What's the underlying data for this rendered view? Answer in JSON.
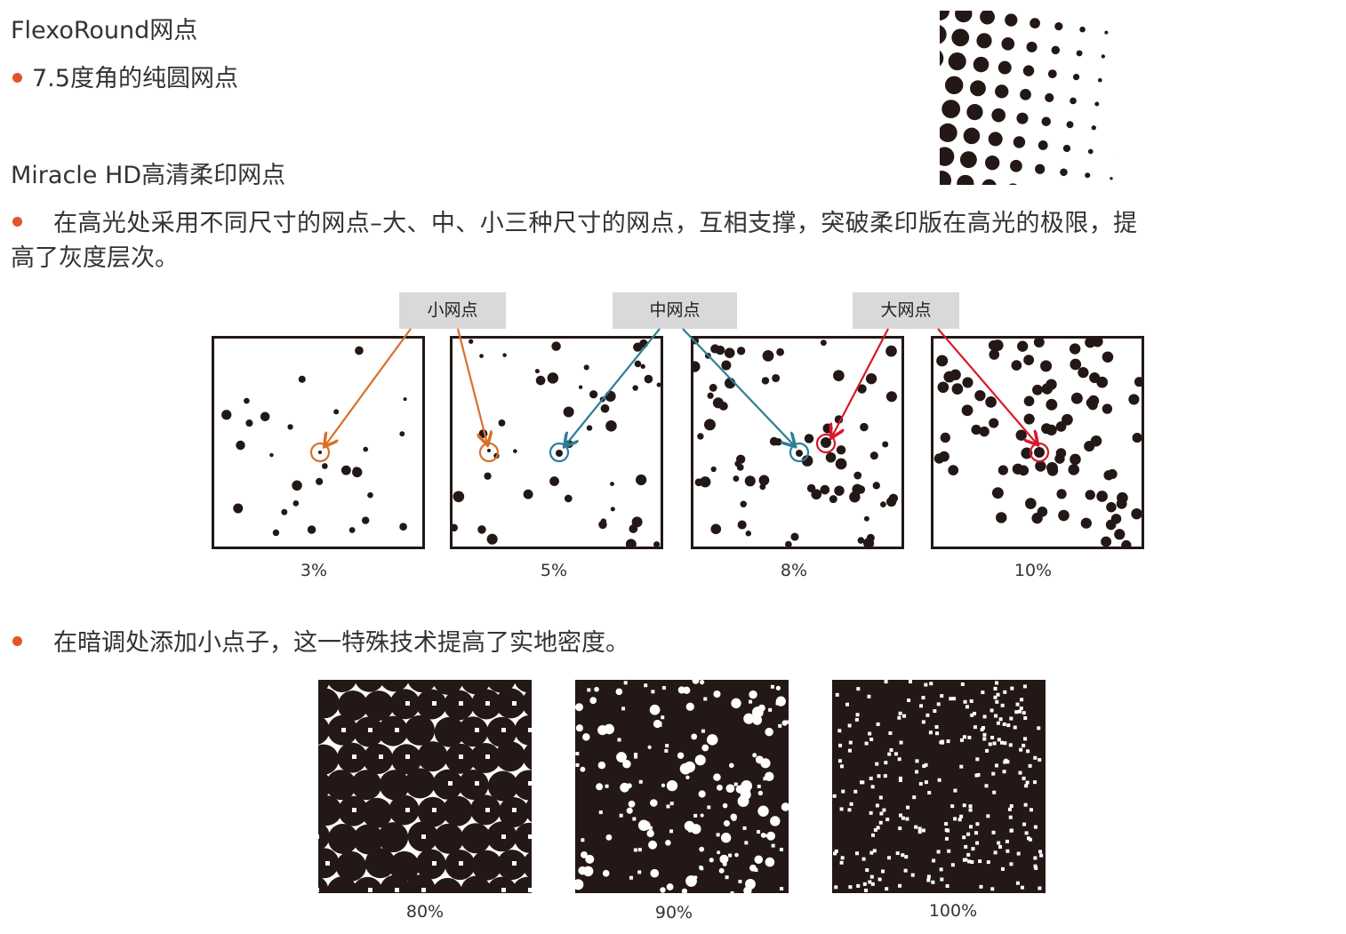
{
  "section1": {
    "title": "FlexoRound网点",
    "bullet": "7.5度角的纯圆网点"
  },
  "section2": {
    "title": "Miracle HD高清柔印网点",
    "bullet_line1": "在高光处采用不同尺寸的网点–大、中、小三种尺寸的网点，互相支撑，突破柔印版在高光的极限，提",
    "bullet_line2": "高了灰度层次。"
  },
  "dot_tags": {
    "small": "小网点",
    "medium": "中网点",
    "large": "大网点"
  },
  "highlight_panels": [
    {
      "caption": "3%"
    },
    {
      "caption": "5%"
    },
    {
      "caption": "8%"
    },
    {
      "caption": "10%"
    }
  ],
  "section3": {
    "bullet": "在暗调处添加小点子，这一特殊技术提高了实地密度。"
  },
  "shadow_panels": [
    {
      "caption": "80%"
    },
    {
      "caption": "90%"
    },
    {
      "caption": "100%"
    }
  ],
  "colors": {
    "ink": "#231815",
    "bullet": "#e0562a",
    "small": "#d9702a",
    "medium": "#2e7f96",
    "large": "#d7192a"
  }
}
